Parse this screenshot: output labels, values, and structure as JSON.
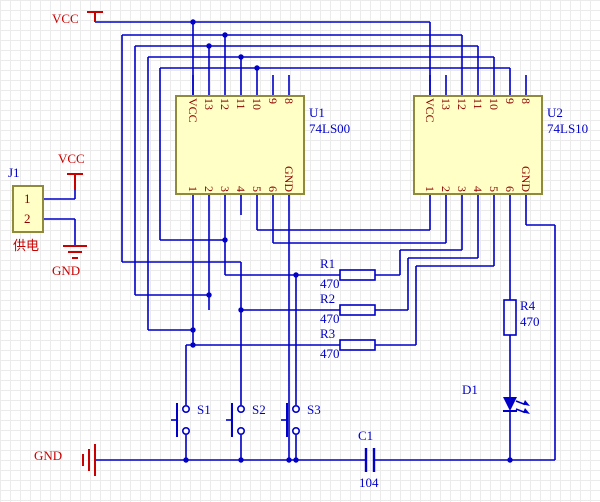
{
  "colors": {
    "wire": "#0000C8",
    "power_red": "#C80000",
    "component_fill": "#FFFFC6",
    "component_border": "#8F8A3C",
    "pin_text": "#8B0000",
    "label_blue": "#0000C8"
  },
  "power": {
    "vcc_main": "VCC",
    "vcc_connector": "VCC",
    "gnd_connector": "GND",
    "gnd_main": "GND"
  },
  "connector_j1": {
    "ref": "J1",
    "caption": "供电",
    "pin1": "1",
    "pin2": "2"
  },
  "ic_u1": {
    "ref": "U1",
    "part": "74LS00",
    "top_pins": [
      "VCC",
      "13",
      "12",
      "11",
      "10",
      "9",
      "8"
    ],
    "bottom_pins": [
      "1",
      "2",
      "3",
      "4",
      "5",
      "6",
      "GND"
    ]
  },
  "ic_u2": {
    "ref": "U2",
    "part": "74LS10",
    "top_pins": [
      "VCC",
      "13",
      "12",
      "11",
      "10",
      "9",
      "8"
    ],
    "bottom_pins": [
      "1",
      "2",
      "3",
      "4",
      "5",
      "6",
      "GND"
    ]
  },
  "resistor_r1": {
    "ref": "R1",
    "value": "470"
  },
  "resistor_r2": {
    "ref": "R2",
    "value": "470"
  },
  "resistor_r3": {
    "ref": "R3",
    "value": "470"
  },
  "resistor_r4": {
    "ref": "R4",
    "value": "470"
  },
  "switch_s1": {
    "ref": "S1"
  },
  "switch_s2": {
    "ref": "S2"
  },
  "switch_s3": {
    "ref": "S3"
  },
  "capacitor_c1": {
    "ref": "C1",
    "value": "104"
  },
  "led_d1": {
    "ref": "D1"
  }
}
